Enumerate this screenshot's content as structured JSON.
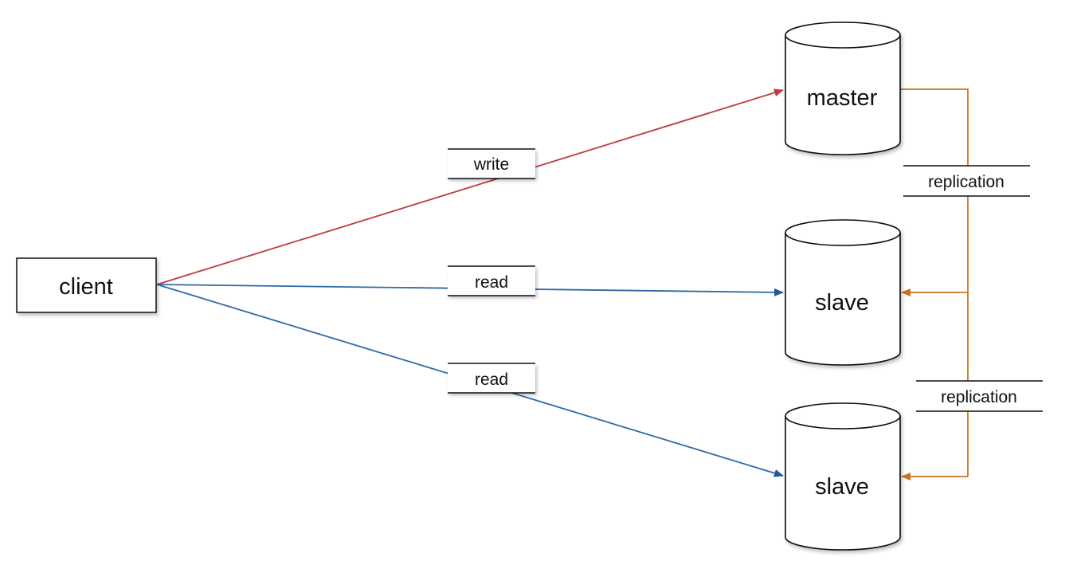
{
  "nodes": {
    "client": {
      "label": "client"
    },
    "master": {
      "label": "master"
    },
    "slave1": {
      "label": "slave"
    },
    "slave2": {
      "label": "slave"
    }
  },
  "edges": {
    "write": {
      "label": "write",
      "color": "#c0393b"
    },
    "read1": {
      "label": "read",
      "color": "#2f6aa3"
    },
    "read2": {
      "label": "read",
      "color": "#2f6aa3"
    },
    "replication1": {
      "label": "replication",
      "color": "#c8741a"
    },
    "replication2": {
      "label": "replication",
      "color": "#c8741a"
    }
  }
}
